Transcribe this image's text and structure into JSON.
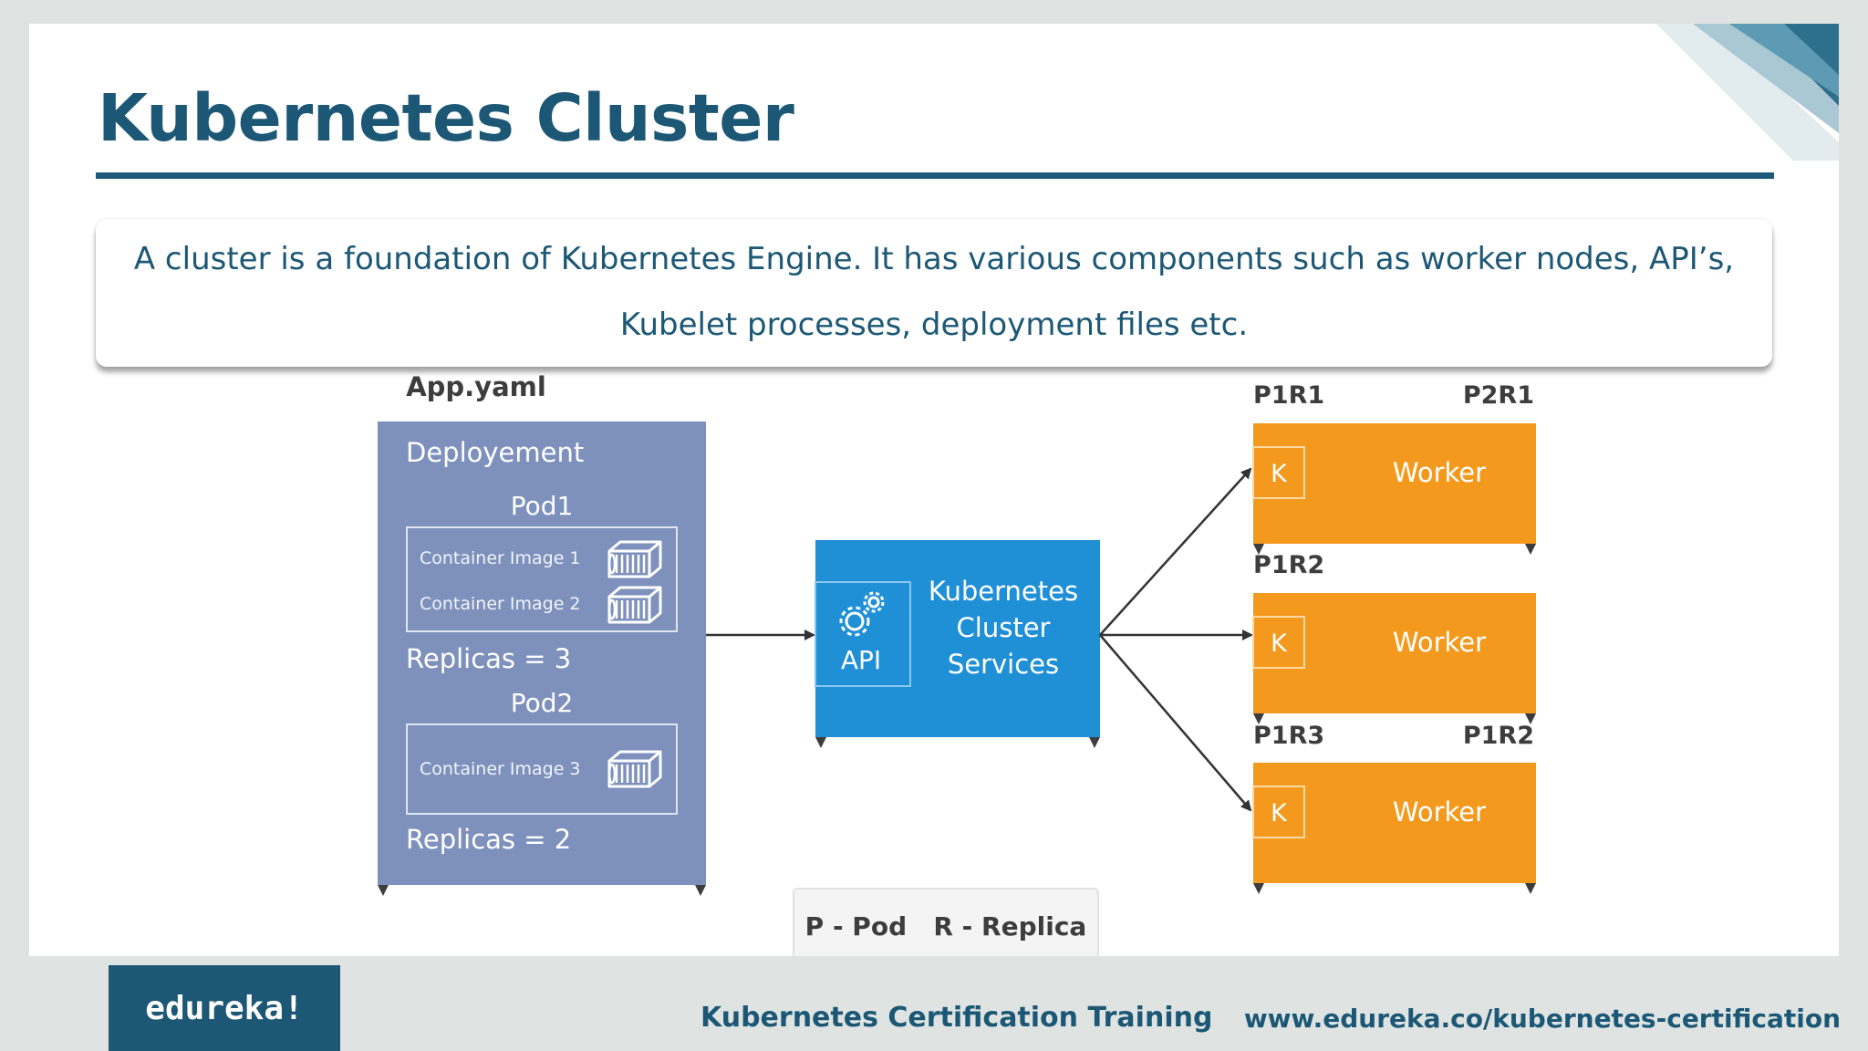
{
  "slide": {
    "title": "Kubernetes Cluster",
    "description_line1": "A cluster is a foundation of Kubernetes Engine. It has various components such as worker nodes, API’s,",
    "description_line2": "Kubelet processes, deployment files etc."
  },
  "diagram": {
    "app_yaml": {
      "caption": "App.yaml",
      "heading": "Deployement",
      "pod1": "Pod1",
      "container1": "Container Image 1",
      "container2": "Container Image 2",
      "replicas1": "Replicas = 3",
      "pod2": "Pod2",
      "container3": "Container Image 3",
      "replicas2": "Replicas = 2"
    },
    "api": {
      "label": "API",
      "service_line1": "Kubernetes",
      "service_line2": "Cluster",
      "service_line3": "Services"
    },
    "workers": [
      {
        "left_label": "P1R1",
        "right_label": "P2R1",
        "k": "K",
        "name": "Worker"
      },
      {
        "left_label": "P1R2",
        "right_label": "",
        "k": "K",
        "name": "Worker"
      },
      {
        "left_label": "P1R3",
        "right_label": "P1R2",
        "k": "K",
        "name": "Worker"
      }
    ],
    "legend": "P - Pod   R - Replica"
  },
  "footer": {
    "logo": "edureka!",
    "course": "Kubernetes Certification Training",
    "url": "www.edureka.co/kubernetes-certification"
  },
  "colors": {
    "title": "#1c5875",
    "deployment_box": "#7d91bc",
    "api_box": "#1f8fd6",
    "worker_box": "#f39a1e"
  }
}
